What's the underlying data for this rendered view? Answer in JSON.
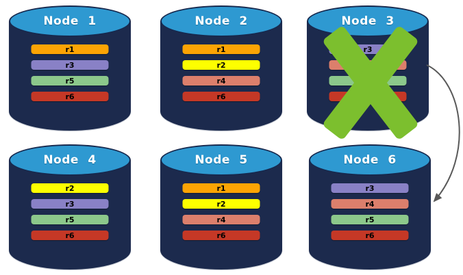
{
  "background": "#ffffff",
  "palette": {
    "cylinder_body": "#1C2A4D",
    "cylinder_top": "#2E99D1",
    "cylinder_outline": "#17294E",
    "node_title_text": "#FFFFFF",
    "bar_label_text": "#000000",
    "failure_x": "#7CBF2E",
    "arrow": "#595959",
    "replica_r1": "#FCA404",
    "replica_r2": "#FDFF00",
    "replica_r3": "#8981C6",
    "replica_r4": "#DC7F6C",
    "replica_r5": "#8CC88B",
    "replica_r6": "#C53826"
  },
  "nodes": [
    {
      "title": "Node 1",
      "failed": false,
      "bars": [
        {
          "label": "r1",
          "color": "#FCA404"
        },
        {
          "label": "r3",
          "color": "#8981C6"
        },
        {
          "label": "r5",
          "color": "#8CC88B"
        },
        {
          "label": "r6",
          "color": "#C53826"
        }
      ]
    },
    {
      "title": "Node 2",
      "failed": false,
      "bars": [
        {
          "label": "r1",
          "color": "#FCA404"
        },
        {
          "label": "r2",
          "color": "#FDFF00"
        },
        {
          "label": "r4",
          "color": "#DC7F6C"
        },
        {
          "label": "r6",
          "color": "#C53826"
        }
      ]
    },
    {
      "title": "Node 3",
      "failed": true,
      "bars": [
        {
          "label": "r3",
          "color": "#8981C6"
        },
        {
          "label": "",
          "color": "#DC7F6C"
        },
        {
          "label": "",
          "color": "#8CC88B"
        },
        {
          "label": "",
          "color": "#C53826"
        }
      ]
    },
    {
      "title": "Node 4",
      "failed": false,
      "bars": [
        {
          "label": "r2",
          "color": "#FDFF00"
        },
        {
          "label": "r3",
          "color": "#8981C6"
        },
        {
          "label": "r5",
          "color": "#8CC88B"
        },
        {
          "label": "r6",
          "color": "#C53826"
        }
      ]
    },
    {
      "title": "Node 5",
      "failed": false,
      "bars": [
        {
          "label": "r1",
          "color": "#FCA404"
        },
        {
          "label": "r2",
          "color": "#FDFF00"
        },
        {
          "label": "r4",
          "color": "#DC7F6C"
        },
        {
          "label": "r6",
          "color": "#C53826"
        }
      ]
    },
    {
      "title": "Node 6",
      "failed": false,
      "bars": [
        {
          "label": "r3",
          "color": "#8981C6"
        },
        {
          "label": "r4",
          "color": "#DC7F6C"
        },
        {
          "label": "r5",
          "color": "#8CC88B"
        },
        {
          "label": "r6",
          "color": "#C53826"
        }
      ]
    }
  ],
  "failure_marker": {
    "node": "Node 3"
  },
  "arrow": {
    "from": "Node 3",
    "to": "Node 6"
  }
}
